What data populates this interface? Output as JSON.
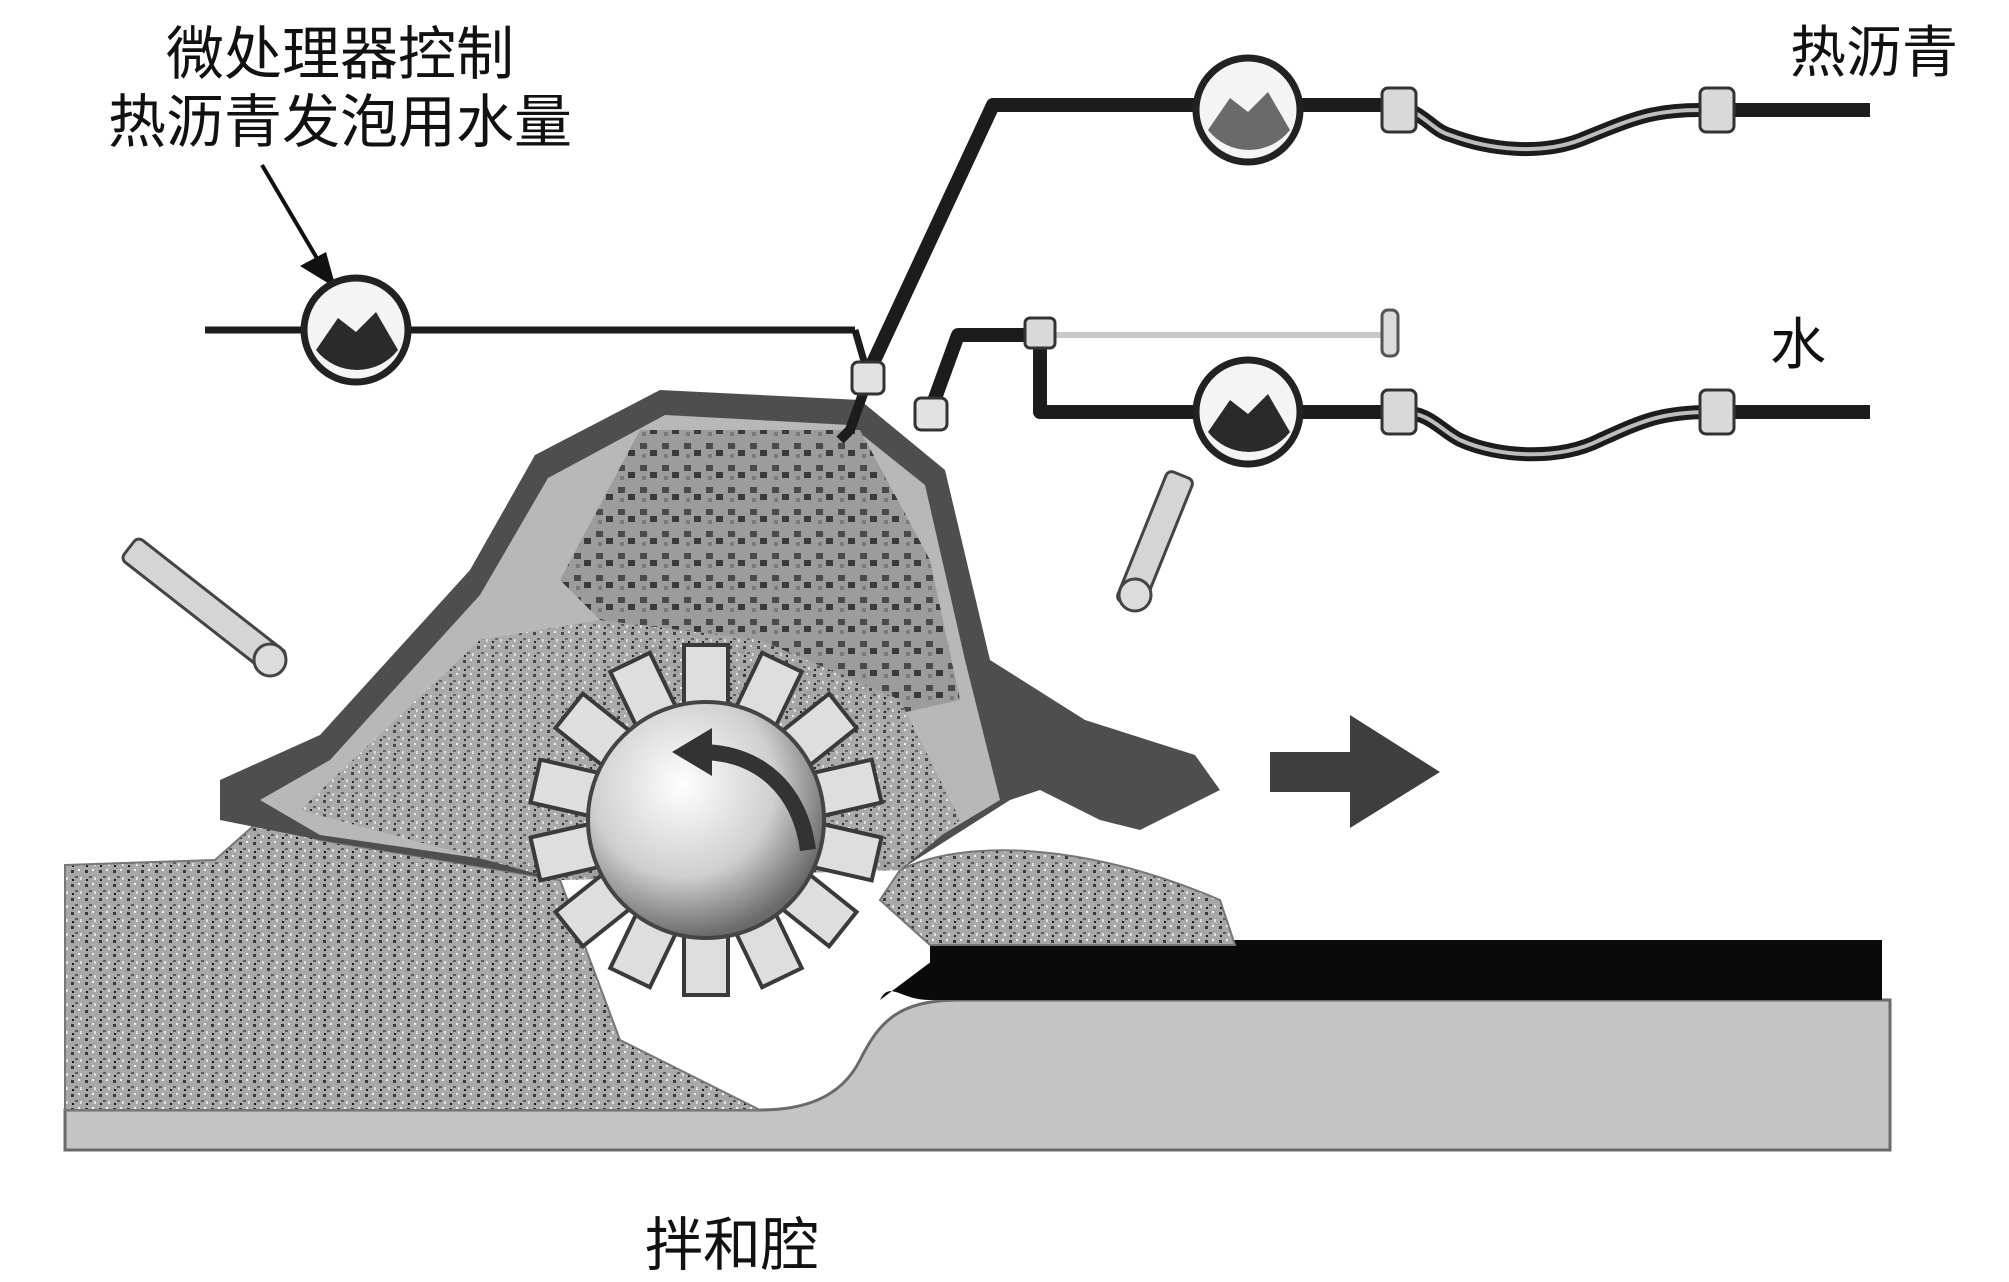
{
  "labels": {
    "micro_control_line1": "微处理器控制",
    "micro_control_line2": "热沥青发泡用水量",
    "hot_asphalt": "热沥青",
    "water": "水",
    "mixing_chamber": "拌和腔"
  },
  "icons": {
    "gauge": "gauge-icon",
    "coupling": "pipe-coupling-icon",
    "nozzle": "spray-nozzle-icon",
    "rotor": "mixing-rotor-icon",
    "direction_arrow": "arrow-right-icon"
  },
  "colors": {
    "pipe": "#1c1c1c",
    "housing": "#4a4a4a",
    "aggregate": "#9a9a9a",
    "asphalt_layer": "#0a0a0a",
    "road_base": "#c4c4c4"
  }
}
